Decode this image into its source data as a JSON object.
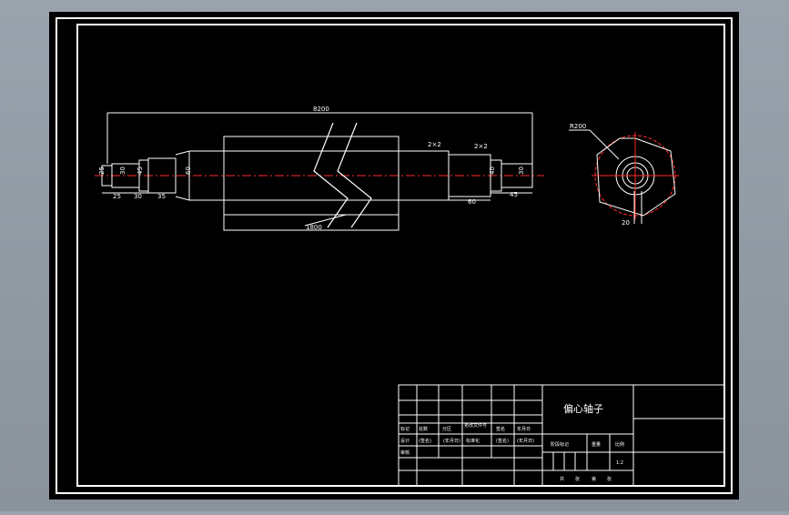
{
  "colors": {
    "background": "#000000",
    "line": "#ffffff",
    "centerline": "#ff2a2a",
    "viewport_bg": "#9aa3ad"
  },
  "drawing": {
    "dimensions": {
      "overall_length": "8200",
      "body_length": "1800",
      "chamfer_left": "2×2",
      "chamfer_right": "2×2",
      "dia_25": "25",
      "dia_30_left": "30",
      "dia_45": "45",
      "dia_60": "60",
      "dia_40": "40",
      "dia_30_right": "30",
      "len_25": "25",
      "len_30": "30",
      "len_35": "35",
      "len_60": "60",
      "len_45": "45",
      "radius": "R200",
      "side_20": "20"
    }
  },
  "title_block": {
    "part_name": "偏心轴子",
    "rev_labels": [
      "标记",
      "处数",
      "分区",
      "更改文件号",
      "签名",
      "年月日"
    ],
    "design_labels": [
      "设计",
      "(签名)",
      "(年月日)",
      "标准化",
      "(签名)",
      "(年月日)"
    ],
    "review_label": "审核",
    "stage_labels": [
      "阶段标记",
      "重量",
      "比例"
    ],
    "scale": "1:2",
    "sheet_labels": [
      "共",
      "张",
      "第",
      "张"
    ]
  }
}
